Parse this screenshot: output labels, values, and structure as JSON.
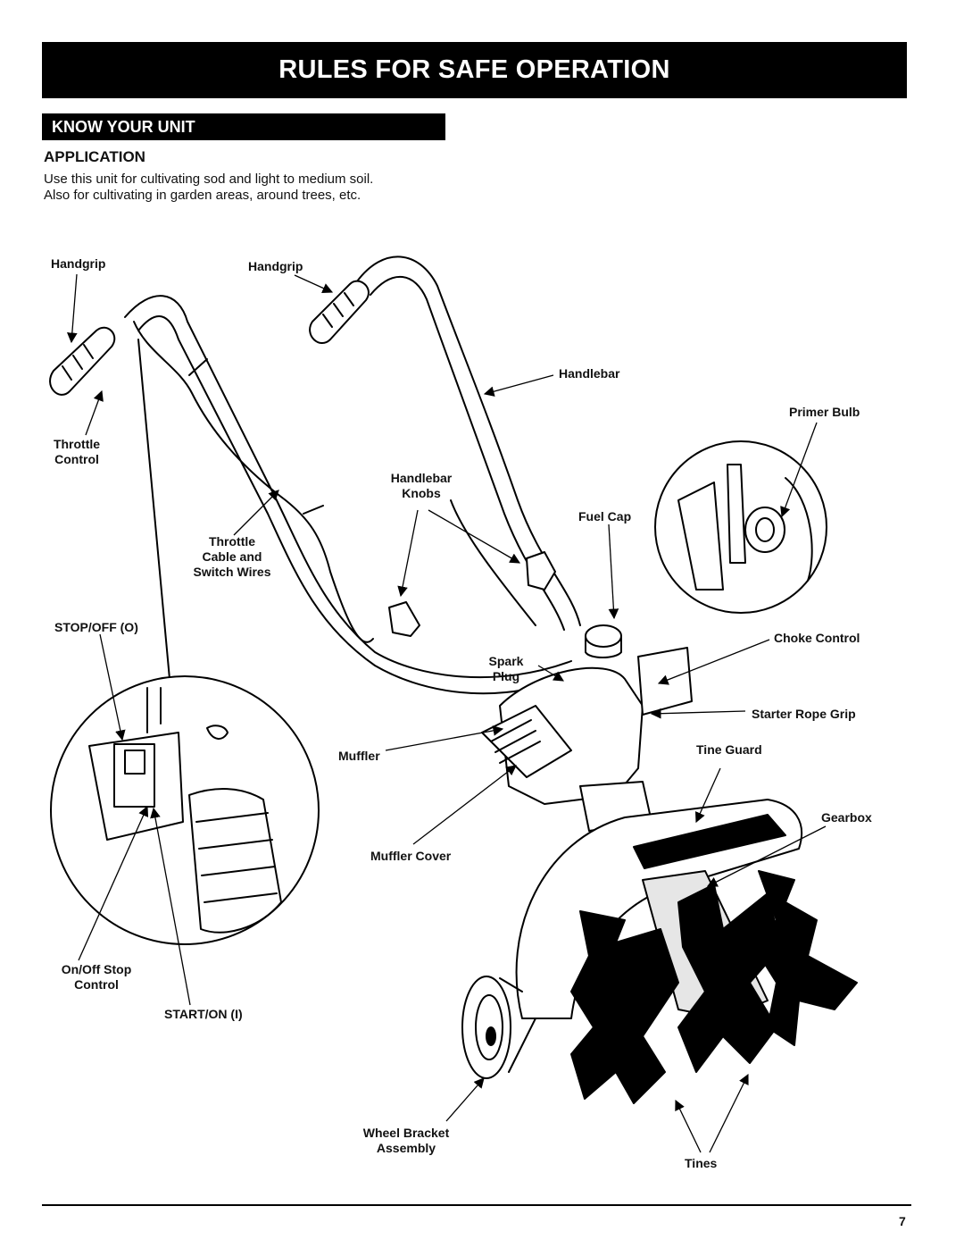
{
  "page": {
    "title": "RULES FOR SAFE OPERATION",
    "section": "KNOW YOUR UNIT",
    "subheading": "APPLICATION",
    "intro_lines": [
      "Use this unit for cultivating sod and light to medium soil.",
      "Also for cultivating in garden areas, around trees, etc."
    ],
    "page_number": "7"
  },
  "labels": {
    "handgrip_left": "Handgrip",
    "handgrip_right": "Handgrip",
    "handlebar": "Handlebar",
    "primer_bulb": "Primer Bulb",
    "throttle_control": [
      "Throttle",
      "Control"
    ],
    "handlebar_knobs": [
      "Handlebar",
      "Knobs"
    ],
    "fuel_cap": "Fuel Cap",
    "throttle_cable": [
      "Throttle",
      "Cable and",
      "Switch Wires"
    ],
    "stop_off": "STOP/OFF (O)",
    "choke_control": "Choke Control",
    "spark_plug": [
      "Spark",
      "Plug"
    ],
    "starter_rope_grip": "Starter Rope Grip",
    "muffler": "Muffler",
    "tine_guard": "Tine Guard",
    "gearbox": "Gearbox",
    "muffler_cover": "Muffler Cover",
    "on_off_stop_control": [
      "On/Off Stop",
      "Control"
    ],
    "start_on": "START/ON (I)",
    "wheel_bracket_assembly": [
      "Wheel Bracket",
      "Assembly"
    ],
    "tines": "Tines"
  }
}
